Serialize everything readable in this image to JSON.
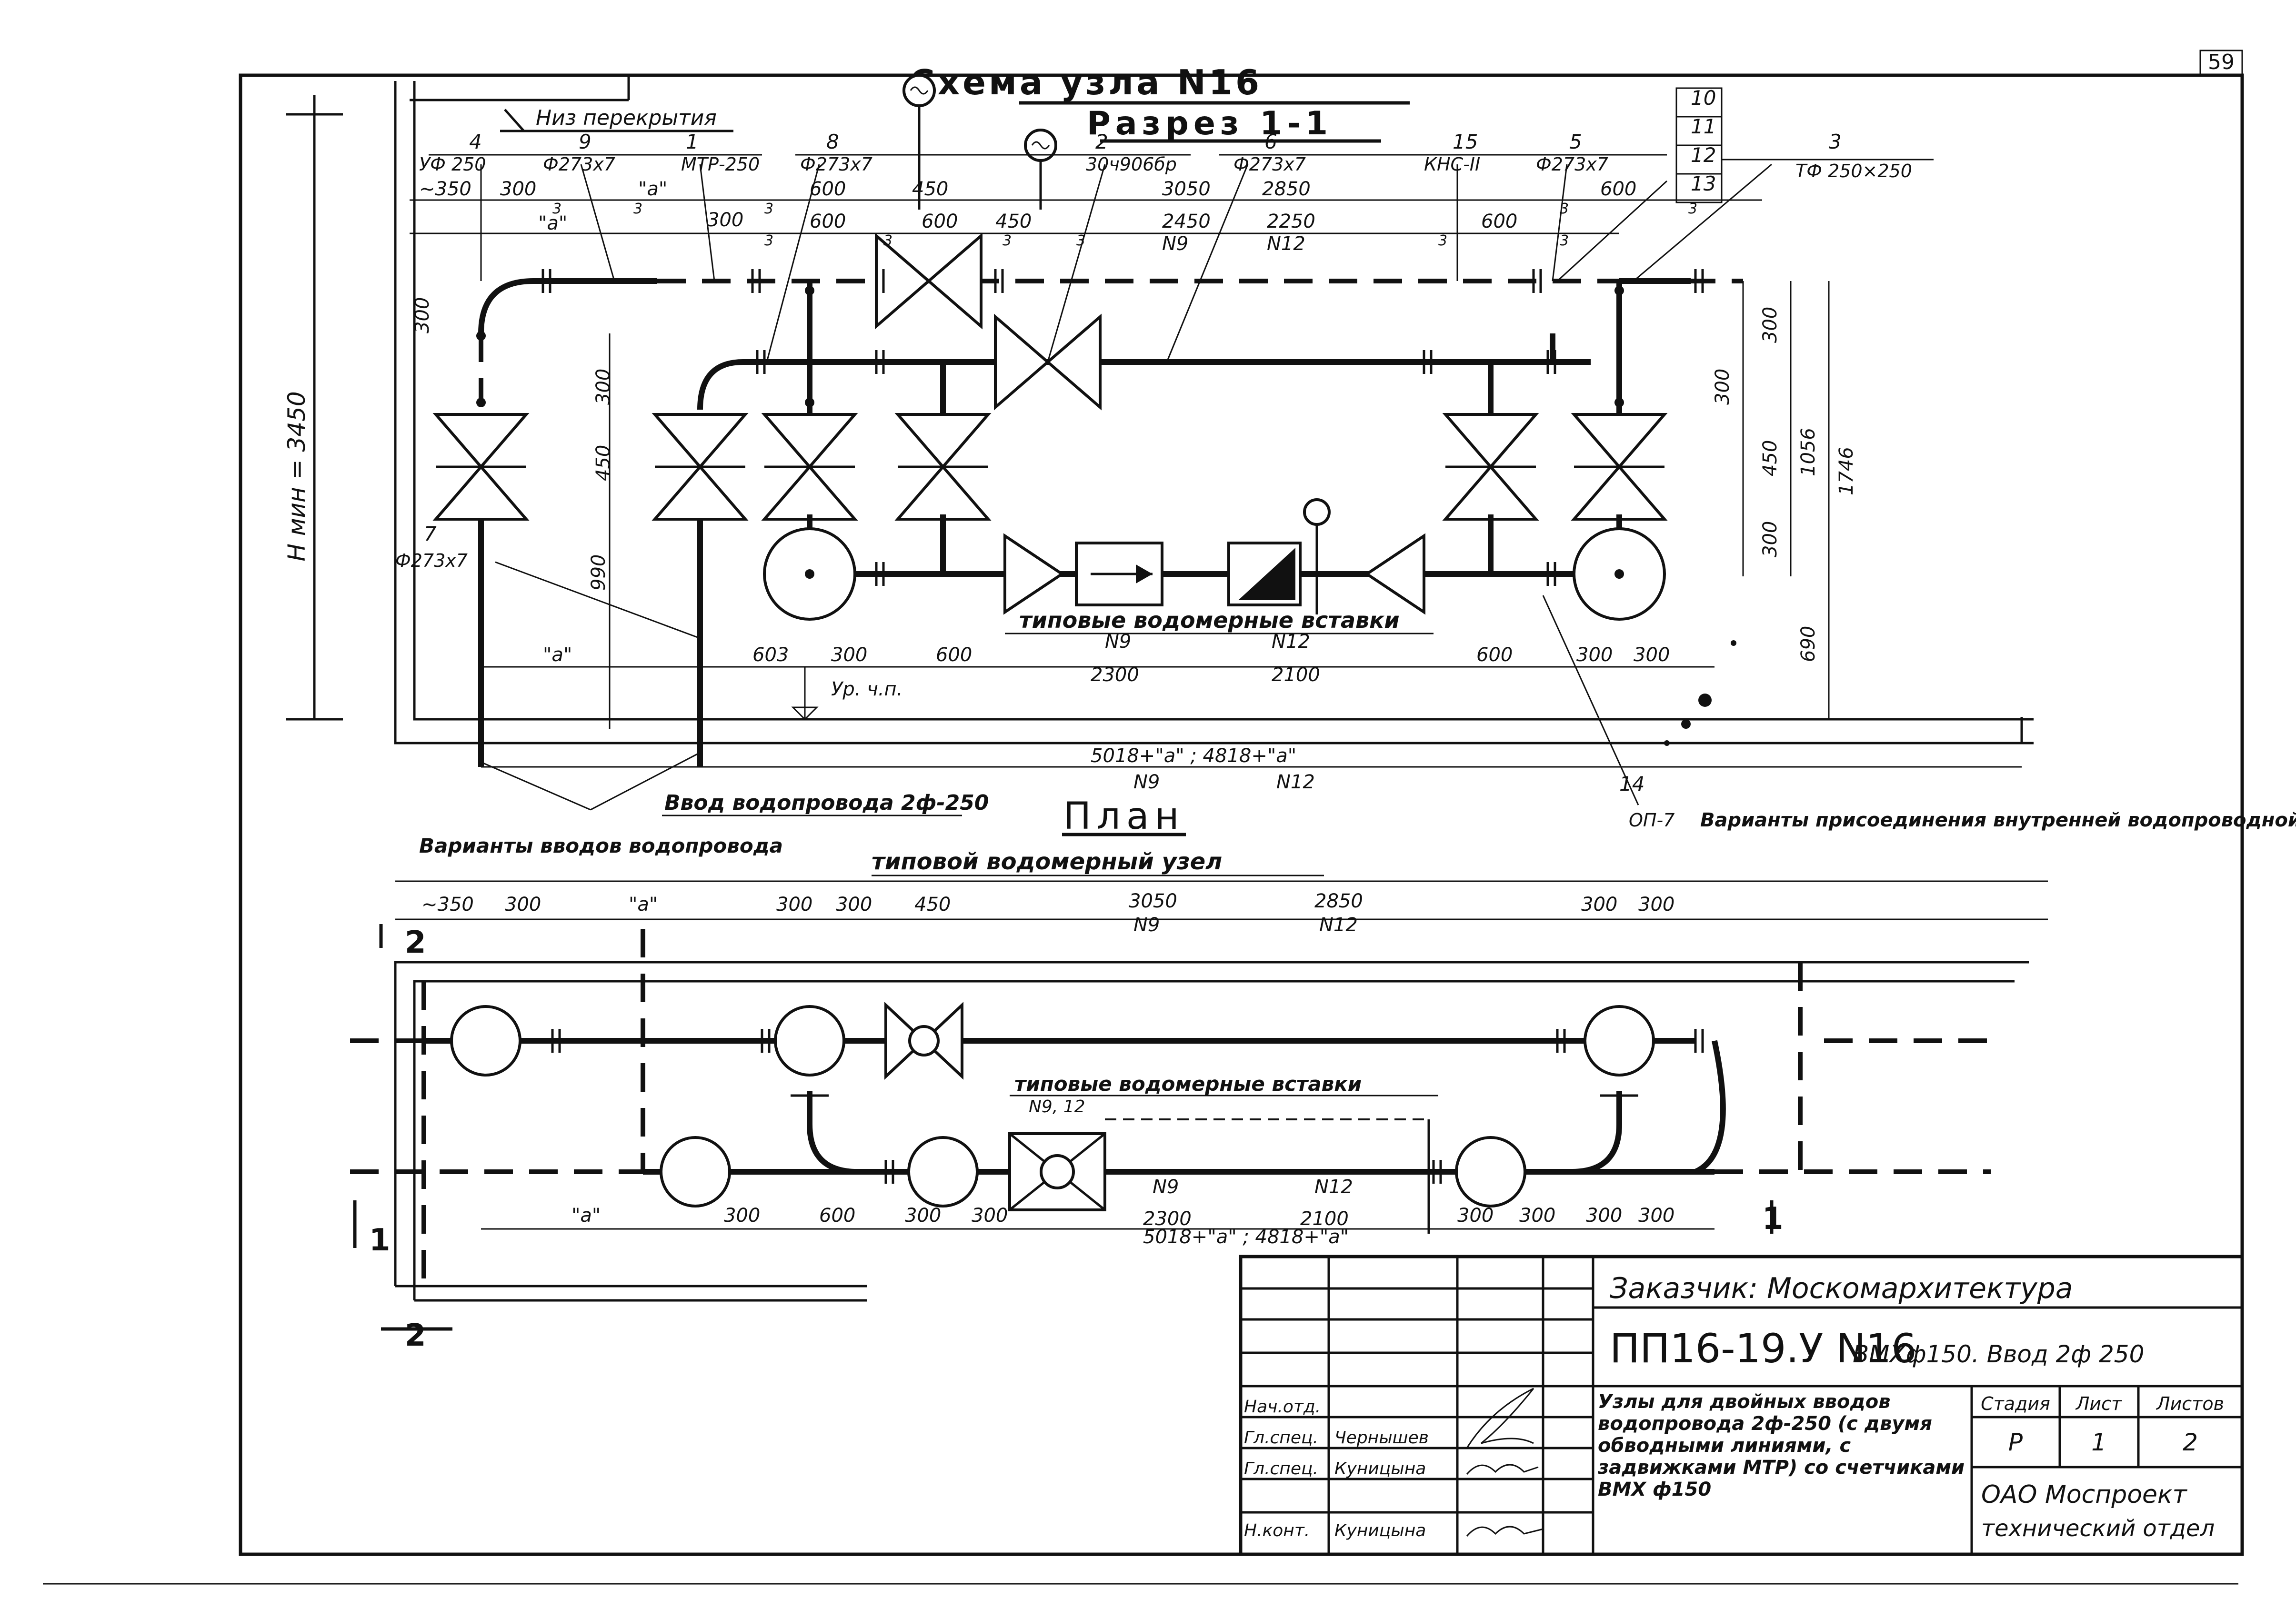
{
  "page_number": "59",
  "section": {
    "title": "Схема узла N16",
    "subtitle": "Разрез 1-1",
    "level_top": "Низ перекрытия",
    "height_label": "H мин = 3450",
    "floor_level": "Ур. ч.п.",
    "inlet_label": "Ввод водопровода 2ф-250",
    "typical_inserts": "типовые водомерные вставки",
    "pos_labels": [
      "4",
      "9",
      "1",
      "8",
      "2",
      "6",
      "15",
      "5",
      "3",
      "7",
      "10",
      "11",
      "12",
      "13",
      "14"
    ],
    "pos_texts": [
      "УФ 250",
      "Ф273х7",
      "МТР-250",
      "Ф273х7",
      "30ч906бр",
      "Ф273х7",
      "КНС-II",
      "Ф273х7",
      "ТФ 250×250",
      "Ф273х7",
      "ОП-7"
    ],
    "dims_top_row1": [
      "~350",
      "300",
      "\"а\"",
      "600",
      "450",
      "3050",
      "2850",
      "600"
    ],
    "dims_top_row2": [
      "\"а\"",
      "300",
      "600",
      "600",
      "450",
      "2450",
      "2250",
      "600"
    ],
    "dims_top_marks": [
      "3",
      "3",
      "3",
      "3",
      "3",
      "3",
      "3",
      "3",
      "3",
      "3",
      "3"
    ],
    "dims_top_n": [
      "N9",
      "N12"
    ],
    "dims_bottom_row": [
      "\"а\"",
      "603",
      "300",
      "600",
      "2300",
      "2100",
      "600",
      "300",
      "300"
    ],
    "dims_bottom_n": [
      "N9",
      "N12"
    ],
    "dims_total": "5018+\"а\" ; 4818+\"а\"",
    "dims_total_n": [
      "N9",
      "N12"
    ],
    "dims_left_vertical": [
      "300",
      "300",
      "450",
      "990"
    ],
    "dims_right_vertical": [
      "300",
      "300",
      "450",
      "300",
      "1056",
      "1746",
      "690"
    ],
    "connection_note": "Варианты присоединения внутренней водопроводной сети"
  },
  "plan": {
    "title": "План",
    "inlet_variants": "Варианты вводов водопровода",
    "typical_unit": "типовой водомерный узел",
    "typical_inserts": "типовые водомерные вставки",
    "inserts_n": "N9, 12",
    "dims_top": [
      "~350",
      "300",
      "\"а\"",
      "300",
      "300",
      "450",
      "3050",
      "2850",
      "300",
      "300"
    ],
    "dims_top_n": [
      "N9",
      "N12"
    ],
    "dims_bottom": [
      "\"а\"",
      "300",
      "600",
      "300",
      "300",
      "2300",
      "2100",
      "300",
      "300",
      "300",
      "300"
    ],
    "dims_bottom_n": [
      "N9",
      "N12"
    ],
    "dims_total": "5018+\"а\" ; 4818+\"а\"",
    "section_marks": [
      "1",
      "1",
      "2",
      "2"
    ]
  },
  "title_block": {
    "customer": "Заказчик: Москомархитектура",
    "code": "ПП16-19.У N16",
    "code_suffix": "ВМХф150. Ввод 2ф 250",
    "description": "Узлы для двойных вводов водопровода 2ф-250 (с двумя обводными линиями, с задвижками МТР) со счетчиками ВМХ ф150",
    "roles": [
      "Нач.отд.",
      "Гл.спец.",
      "Гл.спец.",
      "Н.конт."
    ],
    "names": [
      "",
      "Чернышев",
      "Куницына",
      "Куницына"
    ],
    "stage_header": "Стадия",
    "sheet_header": "Лист",
    "sheets_header": "Листов",
    "stage": "Р",
    "sheet": "1",
    "sheets": "2",
    "org_line1": "ОАО Моспроект",
    "org_line2": "технический отдел"
  }
}
